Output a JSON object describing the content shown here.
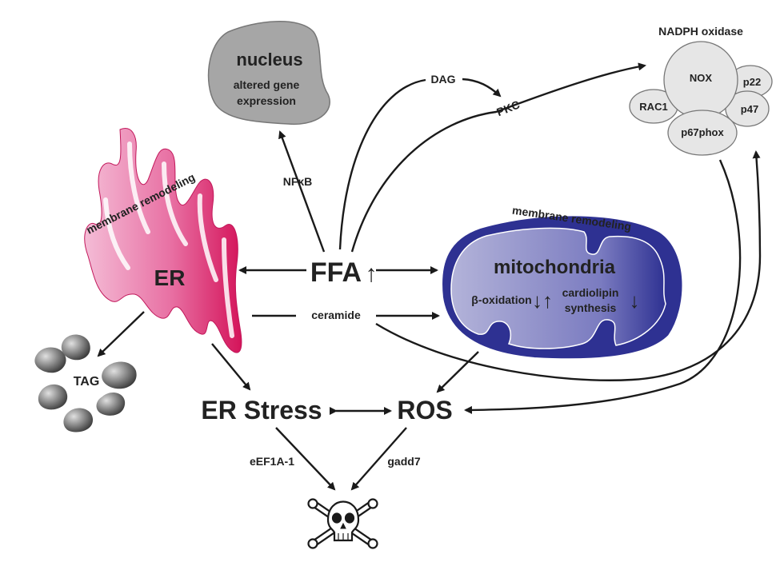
{
  "nucleus": {
    "title": "nucleus",
    "line1": "altered gene",
    "line2": "expression"
  },
  "nadph": {
    "title": "NADPH oxidase",
    "nox": "NOX",
    "p22": "p22",
    "rac1": "RAC1",
    "p47": "p47",
    "p67": "p67phox"
  },
  "pathway": {
    "dag": "DAG",
    "pkc": "PKC",
    "nfkb": "NFκB",
    "ceramide": "ceramide",
    "eef": "eEF1A-1",
    "gadd": "gadd7"
  },
  "er": {
    "label": "ER",
    "remodeling": "membrane remodeling"
  },
  "ffa": {
    "label": "FFA",
    "arrow": "↑"
  },
  "mito": {
    "title": "mitochondria",
    "remodeling": "membrane remodeling",
    "beta": "β-oxidation",
    "beta_arrows": "↓↑",
    "cardio1": "cardiolipin",
    "cardio2": "synthesis",
    "cardio_arrow": "↓"
  },
  "tag": "TAG",
  "er_stress": "ER Stress",
  "ros": "ROS",
  "death_icon": "skull-crossbones-icon",
  "colors": {
    "er_dark": "#d4145a",
    "er_light": "#f4bcd6",
    "mito_dark": "#2e3192",
    "mito_light": "#b3b3d9",
    "nucleus": "#a6a6a6",
    "nadph": "#e6e6e6",
    "arrow": "#1a1a1a"
  }
}
